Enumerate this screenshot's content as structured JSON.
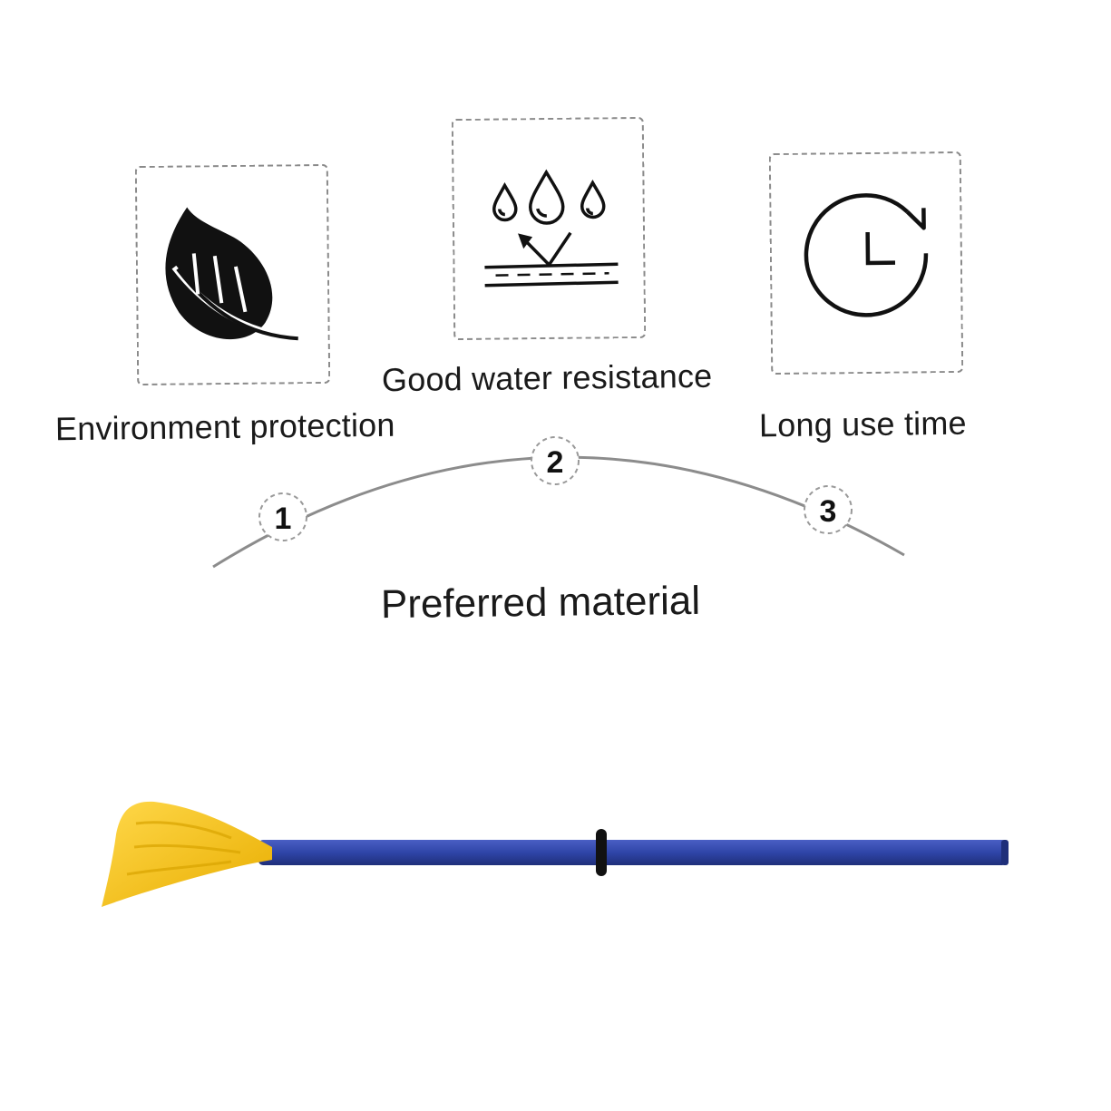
{
  "features": [
    {
      "number": "1",
      "label": "Environment protection",
      "icon": "leaf-icon"
    },
    {
      "number": "2",
      "label": "Good water resistance",
      "icon": "water-drops-icon"
    },
    {
      "number": "3",
      "label": "Long use time",
      "icon": "clock-icon"
    }
  ],
  "title": "Preferred material",
  "product": {
    "name": "paddle",
    "blade_color": "#F5C518",
    "shaft_color": "#2F45A8"
  },
  "colors": {
    "text": "#1a1a1a",
    "dashed_border": "#8a8a8a",
    "arc": "#8c8c8c"
  }
}
